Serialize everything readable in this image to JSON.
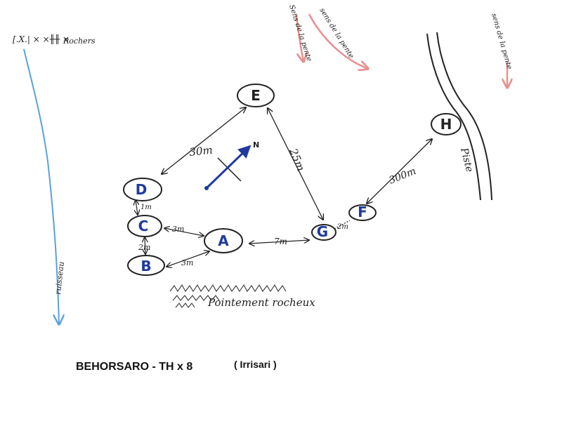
{
  "title": "BEHORSARO - TH x 8",
  "subtitle": "( Irrisari )",
  "stream_label": "ruisseau",
  "rocks_label": "Rochers",
  "outcrop_label": "Pointement rocheux",
  "road_label": "Piste",
  "slope_labels": [
    "Sens de la pente",
    "sens de la pente",
    "sens de la pente"
  ],
  "north_label": "N",
  "nodes": [
    {
      "id": "E",
      "label": "E"
    },
    {
      "id": "D",
      "label": "D"
    },
    {
      "id": "C",
      "label": "C"
    },
    {
      "id": "B",
      "label": "B"
    },
    {
      "id": "A",
      "label": "A"
    },
    {
      "id": "G",
      "label": "G"
    },
    {
      "id": "F",
      "label": "F"
    },
    {
      "id": "H",
      "label": "H"
    }
  ],
  "distances": [
    {
      "from": "D",
      "to": "E",
      "label": "30m"
    },
    {
      "from": "E",
      "to": "G",
      "label": "25m"
    },
    {
      "from": "F",
      "to": "H",
      "label": "300m"
    },
    {
      "from": "D",
      "to": "C",
      "label": "1m"
    },
    {
      "from": "C",
      "to": "A",
      "label": "3m"
    },
    {
      "from": "C",
      "to": "B",
      "label": "2m"
    },
    {
      "from": "B",
      "to": "A",
      "label": "3m"
    },
    {
      "from": "A",
      "to": "G",
      "label": "7m"
    },
    {
      "from": "G",
      "to": "F",
      "label": "2m"
    }
  ],
  "colors": {
    "stream": "#5aa0dc",
    "slope_arrow": "#e8908e",
    "node_text": "#1e3a9e",
    "north_arrow": "#1e3a9e",
    "ink": "#222222"
  }
}
